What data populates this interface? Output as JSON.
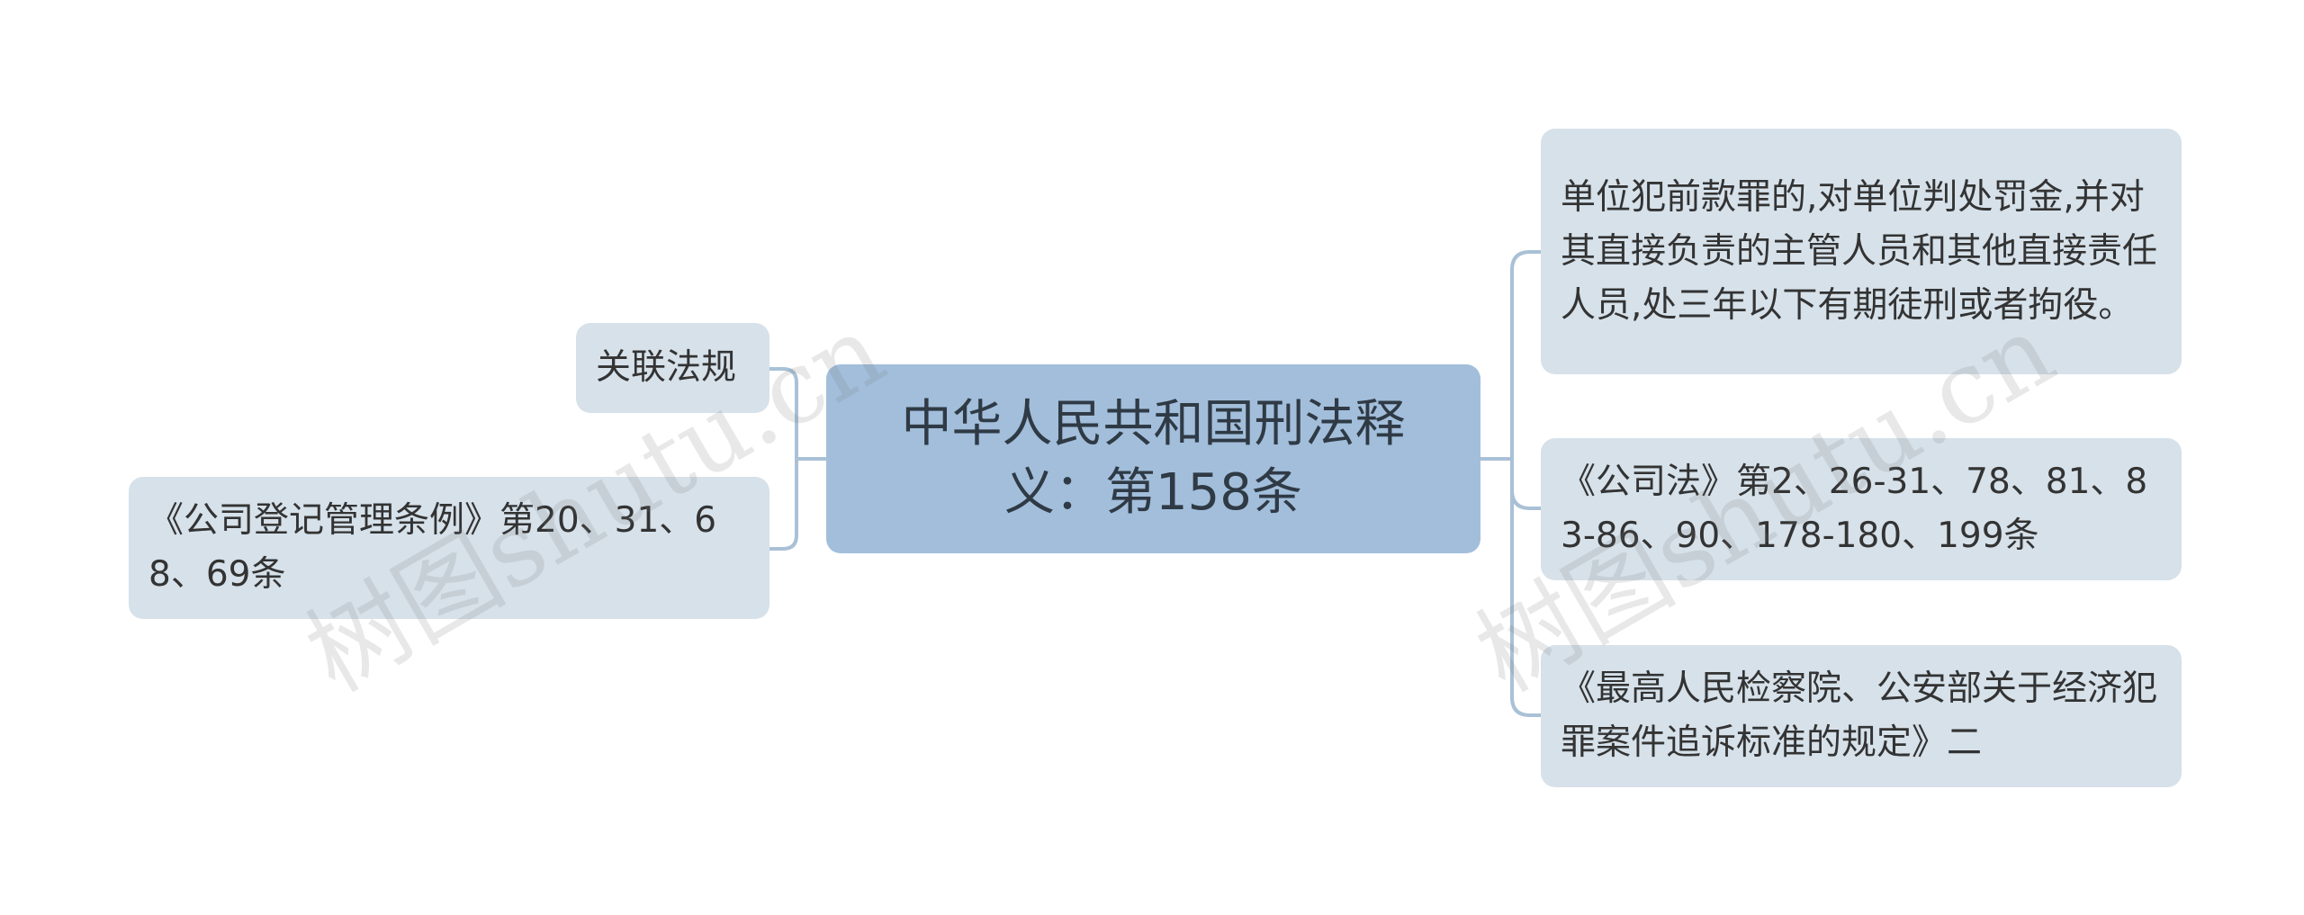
{
  "mindmap": {
    "root": "中华人民共和国刑法释义：第158条",
    "left": [
      {
        "id": "related",
        "text": "关联法规"
      },
      {
        "id": "reg",
        "text": "《公司登记管理条例》第20、31、68、69条"
      }
    ],
    "right": [
      {
        "id": "penalty",
        "text": "单位犯前款罪的,对单位判处罚金,并对其直接负责的主管人员和其他直接责任人员,处三年以下有期徒刑或者拘役。"
      },
      {
        "id": "company-law",
        "text": "《公司法》第2、26-31、78、81、83-86、90、178-180、199条"
      },
      {
        "id": "prosecution",
        "text": "《最高人民检察院、公安部关于经济犯罪案件追诉标准的规定》二"
      }
    ]
  },
  "watermark": "树图shutu.cn",
  "colors": {
    "root_fill": "#a2bedb",
    "node_fill": "#d6e1ea",
    "connector": "#a9c1d6"
  }
}
